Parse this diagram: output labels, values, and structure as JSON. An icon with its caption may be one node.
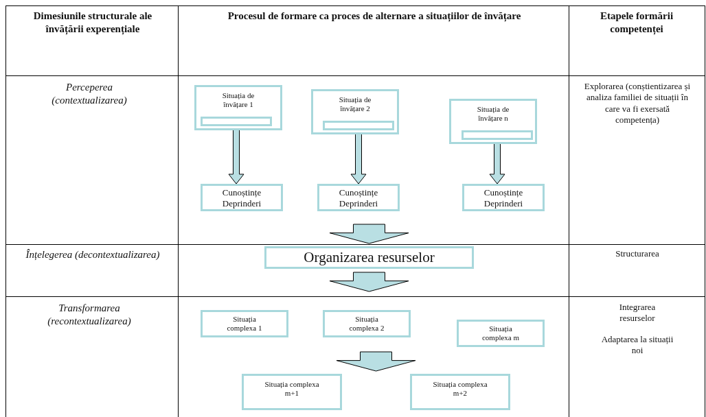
{
  "diagram": {
    "nodes": [
      {
        "text": [
          "Situația de învățare 1"
        ]
      },
      {
        "text": [],
        "shape": "box",
        "in": 0
      },
      {
        "text": [
          "Situația de învățare 2"
        ]
      },
      {
        "text": [],
        "shape": "box",
        "in": 2
      },
      {
        "text": [
          "Situația de învățare n"
        ]
      },
      {
        "text": [],
        "shape": "box",
        "in": 4
      },
      {
        "text": [
          "Cunoștințe Deprinderi"
        ]
      },
      {
        "text": [
          "Cunoștințe Deprinderi"
        ]
      },
      {
        "text": [
          "Cunoștințe Deprinderi"
        ]
      },
      {
        "text": [
          "Organizarea resurselor"
        ]
      },
      {
        "text": [
          "Situația complexa 1"
        ]
      },
      {
        "text": [
          "Situația complexa 2"
        ]
      },
      {
        "text": [
          "Situația complexa m"
        ]
      },
      {
        "text": [
          "Situația complexa m+1"
        ]
      },
      {
        "text": [
          "Situația complexa m+2"
        ]
      }
    ],
    "edges": [
      {
        "from": 1,
        "to": 6,
        "arrow": "to"
      },
      {
        "from": 3,
        "to": 7,
        "arrow": "to"
      },
      {
        "from": 5,
        "to": 8,
        "arrow": "to"
      },
      {
        "from": 6,
        "to": 9,
        "arrow": "to",
        "style": "thick"
      },
      {
        "from": 7,
        "to": 9,
        "arrow": "to",
        "style": "thick"
      },
      {
        "from": 8,
        "to": 9,
        "arrow": "to",
        "style": "thick"
      },
      {
        "from": 9,
        "to": null,
        "arrow": "to",
        "style": "thick"
      },
      {
        "from": 10,
        "to": 13,
        "arrow": "to",
        "style": "thick"
      },
      {
        "from": 10,
        "to": 14,
        "arrow": "to",
        "style": "thick"
      },
      {
        "from": 11,
        "to": 13,
        "arrow": "to",
        "style": "thick"
      },
      {
        "from": 11,
        "to": 14,
        "arrow": "to",
        "style": "thick"
      },
      {
        "from": 12,
        "to": 13,
        "arrow": "to",
        "style": "thick"
      },
      {
        "from": 12,
        "to": 14,
        "arrow": "to",
        "style": "thick"
      }
    ],
    "labels": [
      "Dimesiunile structurale ale învățării experențiale",
      "Procesul de formare ca proces de alternare a situațiilor de învățare",
      "Etapele formării competenței",
      "Perceperea (contextualizarea)",
      "Explorarea (conștientizarea și analiza familiei de situații în care va fi exersată competența)",
      "Înțelegerea (decontextualizarea)",
      "Structurarea",
      "Transformarea (recontextualizarea)",
      "Integrarea resurselor",
      "Adaptarea la situații noi"
    ]
  }
}
